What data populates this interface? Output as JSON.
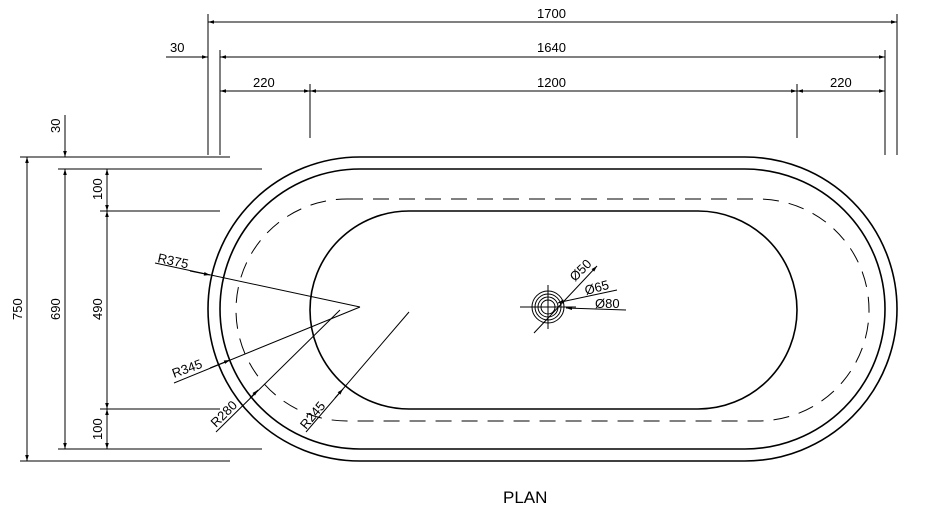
{
  "title": "PLAN",
  "dimensions": {
    "overall_length": "1700",
    "inner_rim_length": "1640",
    "rim_offset_horizontal": "30",
    "left_end": "220",
    "bowl_length": "1200",
    "right_end": "220",
    "rim_offset_vertical": "30",
    "overall_width": "750",
    "inner_rim_width": "690",
    "top_margin": "100",
    "bowl_width": "490",
    "bottom_margin": "100"
  },
  "radii": {
    "outer": "R375",
    "rim": "R345",
    "dashed": "R280",
    "bowl": "R245"
  },
  "drain": {
    "d1": "Ø50",
    "d2": "Ø65",
    "d3": "Ø80"
  }
}
